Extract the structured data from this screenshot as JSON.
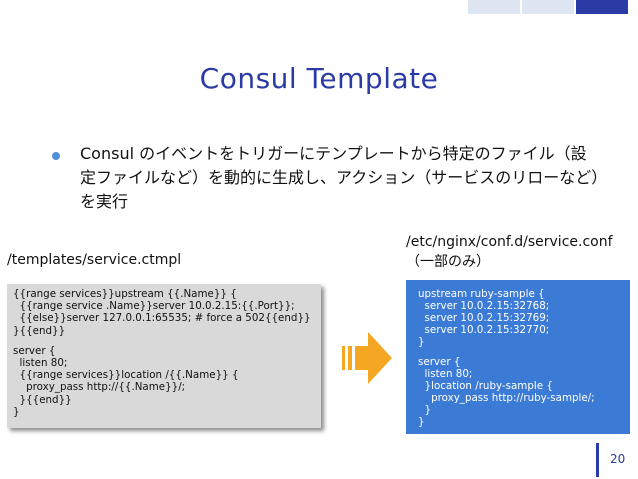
{
  "slide": {
    "title": "Consul Template",
    "bullet": "Consul のイベントをトリガーにテンプレートから特定のファイル（設定ファイルなど）を動的に生成し、アクション（サービスのリローなど）を実行",
    "page_number": "20"
  },
  "colors": {
    "accent": "#2b3ba6",
    "bullet": "#4f8fd6",
    "right_box": "#3c7bd5",
    "left_box": "#d9d9d9",
    "arrow": "#f5a623"
  },
  "left_panel": {
    "label": "/templates/service.ctmpl",
    "code_block1": [
      "{{range services}}upstream {{.Name}} {",
      "  {{range service .Name}}server 10.0.2.15:{{.Port}};",
      "  {{else}}server 127.0.0.1:65535; # force a 502{{end}}",
      "}{{end}}"
    ],
    "code_block2": [
      "server {",
      "  listen 80;",
      "  {{range services}}location /{{.Name}} {",
      "    proxy_pass http://{{.Name}}/;",
      "  }{{end}}",
      "}"
    ]
  },
  "right_panel": {
    "label_line1": "/etc/nginx/conf.d/service.conf",
    "label_line2": "（一部のみ）",
    "code_block1": [
      "upstream ruby-sample {",
      "  server 10.0.2.15:32768;",
      "  server 10.0.2.15:32769;",
      "  server 10.0.2.15:32770;",
      "}"
    ],
    "code_block2": [
      "server {",
      "  listen 80;",
      "  }location /ruby-sample {",
      "    proxy_pass http://ruby-sample/;",
      "  }",
      "}"
    ]
  }
}
